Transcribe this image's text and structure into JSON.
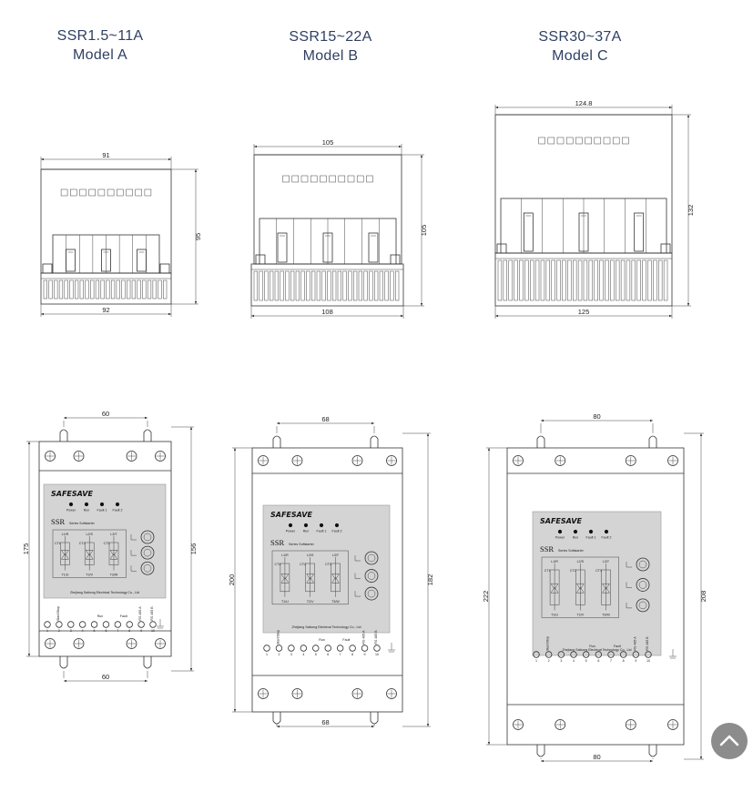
{
  "models": [
    {
      "title": "SSR1.5~11A",
      "subtitle": "Model A",
      "front": {
        "top_width": "91",
        "bottom_width": "92",
        "height": "95"
      },
      "back": {
        "hole_top": "60",
        "hole_bottom": "60",
        "height": "175",
        "inner_height": "156"
      }
    },
    {
      "title": "SSR15~22A",
      "subtitle": "Model B",
      "front": {
        "top_width": "105",
        "bottom_width": "108",
        "height": "105"
      },
      "back": {
        "hole_top": "68",
        "hole_bottom": "68",
        "height": "200",
        "inner_height": "182"
      }
    },
    {
      "title": "SSR30~37A",
      "subtitle": "Model C",
      "front": {
        "top_width": "124.8",
        "bottom_width": "125",
        "height": "132"
      },
      "back": {
        "hole_top": "80",
        "hole_bottom": "80",
        "height": "222",
        "inner_height": "208"
      }
    }
  ],
  "panel": {
    "brand": "SAFESAVE",
    "leds": [
      "Power",
      "Run",
      "Fault 1",
      "Fault 2"
    ],
    "series": "SSR",
    "series_text": "Series Softstarter",
    "inputs": [
      "L1/R",
      "L2/S",
      "L3/T"
    ],
    "outputs": [
      "T1/U",
      "T2/V",
      "T3/W"
    ],
    "ct_labels": [
      "CT1",
      "CT2",
      "CT3"
    ],
    "company": "Zhejiang Saikong Electrical Technology Co., Ltd",
    "terminal_numbers": [
      "1",
      "2",
      "3",
      "4",
      "5",
      "6",
      "7",
      "8",
      "9",
      "10"
    ],
    "terminal_labels": {
      "start_stop": "Start/Stop",
      "run": "Run",
      "fault": "Fault",
      "rs485a": "RS 485 A",
      "rs485b": "RS 485 B"
    }
  },
  "back_to_top": {
    "icon": "chevron-up-icon"
  },
  "colors": {
    "title": "#2f3f63",
    "line": "#333333",
    "panel": "#d4d4d4",
    "button": "#8c8c8c"
  }
}
